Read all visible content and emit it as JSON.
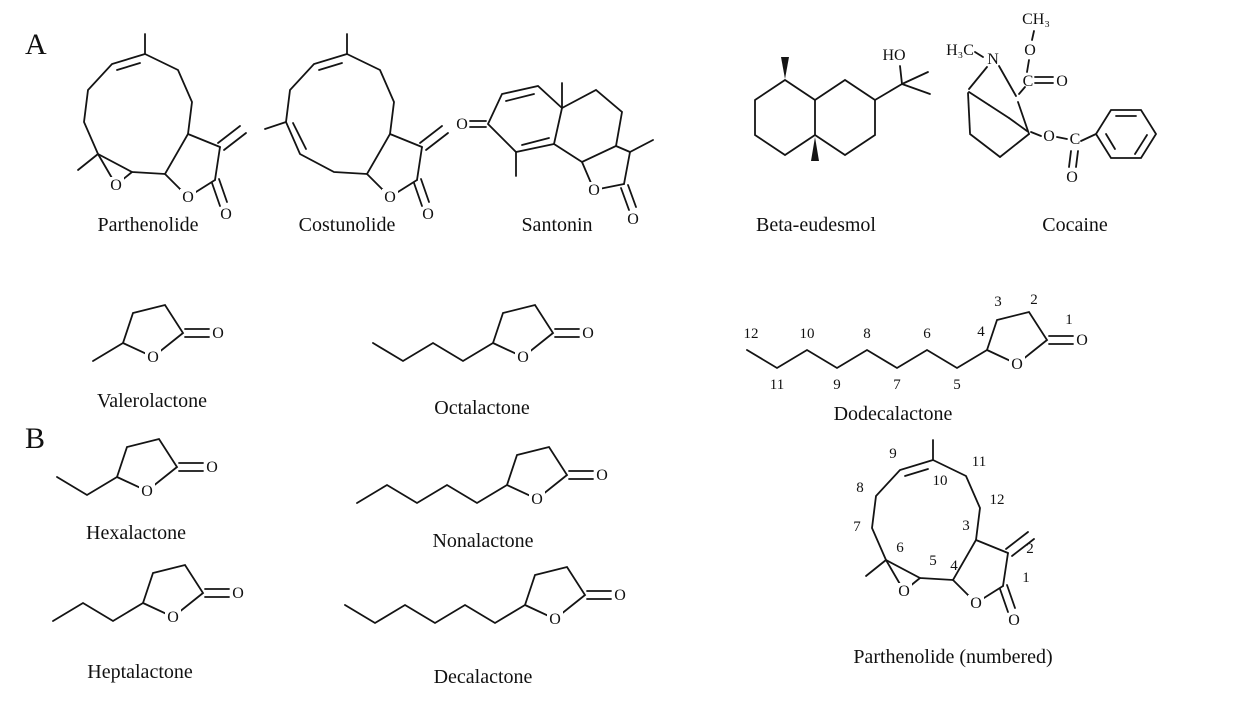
{
  "page": {
    "background": "#ffffff",
    "line_color": "#141414"
  },
  "panels": {
    "a": "A",
    "b": "B"
  },
  "atoms": {
    "O": "O",
    "HO": "HO",
    "N": "N",
    "C": "C",
    "CH3": "CH₃",
    "H3C": "H₃C"
  },
  "molecules": {
    "parthenolide": {
      "name": "Parthenolide"
    },
    "costunolide": {
      "name": "Costunolide"
    },
    "santonin": {
      "name": "Santonin"
    },
    "beta_eudesmol": {
      "name": "Beta-eudesmol"
    },
    "cocaine": {
      "name": "Cocaine"
    },
    "valerolactone": {
      "name": "Valerolactone"
    },
    "octalactone": {
      "name": "Octalactone"
    },
    "dodecalactone": {
      "name": "Dodecalactone",
      "carbon_numbers": [
        "1",
        "2",
        "3",
        "4",
        "5",
        "6",
        "7",
        "8",
        "9",
        "10",
        "11",
        "12"
      ]
    },
    "hexalactone": {
      "name": "Hexalactone"
    },
    "nonalactone": {
      "name": "Nonalactone"
    },
    "heptalactone": {
      "name": "Heptalactone"
    },
    "decalactone": {
      "name": "Decalactone"
    },
    "parthenolide_numbered": {
      "name": "Parthenolide (numbered)",
      "carbon_numbers": [
        "1",
        "2",
        "3",
        "4",
        "5",
        "6",
        "7",
        "8",
        "9",
        "10",
        "11",
        "12"
      ]
    }
  }
}
